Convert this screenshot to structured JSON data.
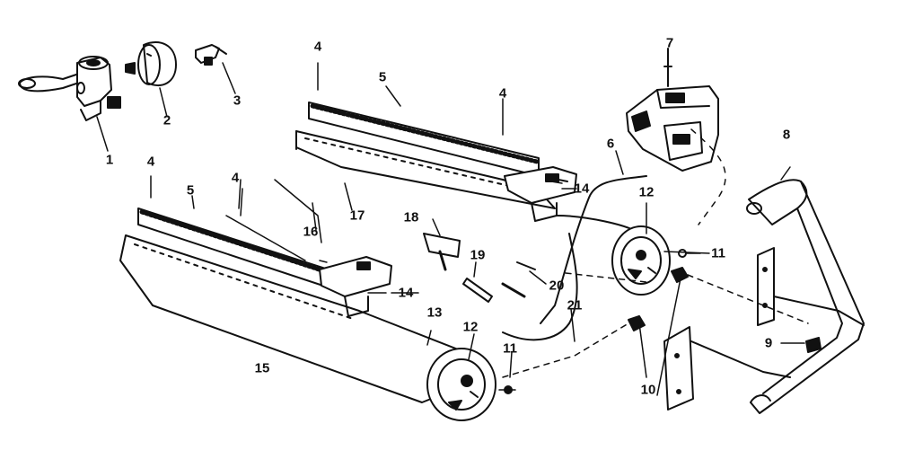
{
  "diagram": {
    "type": "exploded-parts-diagram",
    "ink_color": "#111111",
    "background_color": "#ffffff",
    "callouts": [
      {
        "id": "c1",
        "label": "1"
      },
      {
        "id": "c2",
        "label": "2"
      },
      {
        "id": "c3",
        "label": "3"
      },
      {
        "id": "c4a",
        "label": "4"
      },
      {
        "id": "c4b",
        "label": "4"
      },
      {
        "id": "c4c",
        "label": "4"
      },
      {
        "id": "c4d",
        "label": "4"
      },
      {
        "id": "c5a",
        "label": "5"
      },
      {
        "id": "c5b",
        "label": "5"
      },
      {
        "id": "c6",
        "label": "6"
      },
      {
        "id": "c7",
        "label": "7"
      },
      {
        "id": "c8",
        "label": "8"
      },
      {
        "id": "c9",
        "label": "9"
      },
      {
        "id": "c10",
        "label": "10"
      },
      {
        "id": "c11a",
        "label": "11"
      },
      {
        "id": "c11b",
        "label": "11"
      },
      {
        "id": "c12a",
        "label": "12"
      },
      {
        "id": "c12b",
        "label": "12"
      },
      {
        "id": "c13",
        "label": "13"
      },
      {
        "id": "c14a",
        "label": "14"
      },
      {
        "id": "c14b",
        "label": "14"
      },
      {
        "id": "c15",
        "label": "15"
      },
      {
        "id": "c16",
        "label": "16"
      },
      {
        "id": "c17",
        "label": "17"
      },
      {
        "id": "c18",
        "label": "18"
      },
      {
        "id": "c19",
        "label": "19"
      },
      {
        "id": "c20",
        "label": "20"
      },
      {
        "id": "c21",
        "label": "21"
      }
    ]
  }
}
